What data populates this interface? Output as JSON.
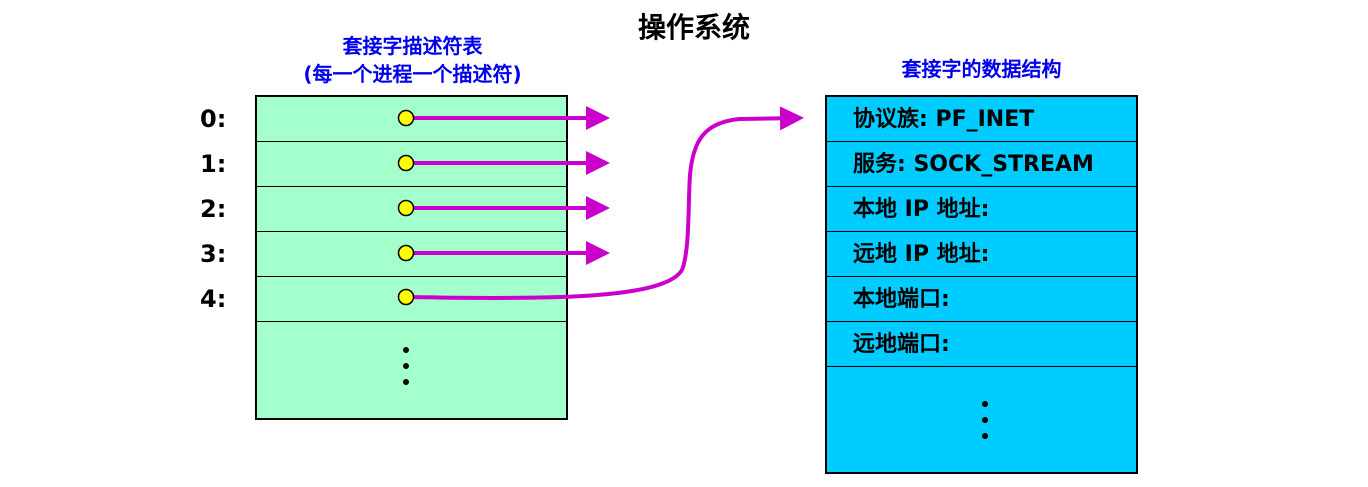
{
  "title": "操作系统",
  "descriptor_table": {
    "caption_line1": "套接字描述符表",
    "caption_line2": "(每一个进程一个描述符)",
    "row_labels": [
      "0:",
      "1:",
      "2:",
      "3:",
      "4:"
    ]
  },
  "socket_structure": {
    "caption": "套接字的数据结构",
    "fields": [
      "协议族: PF_INET",
      "服务: SOCK_STREAM",
      "本地 IP 地址:",
      "远地 IP 地址:",
      "本地端口:",
      "远地端口:"
    ]
  },
  "colors": {
    "descriptor_fill": "#a3ffcc",
    "structure_fill": "#00ccff",
    "arrow": "#cc00cc",
    "pointer_dot": "#ffff00",
    "caption_text": "#0000ee"
  }
}
